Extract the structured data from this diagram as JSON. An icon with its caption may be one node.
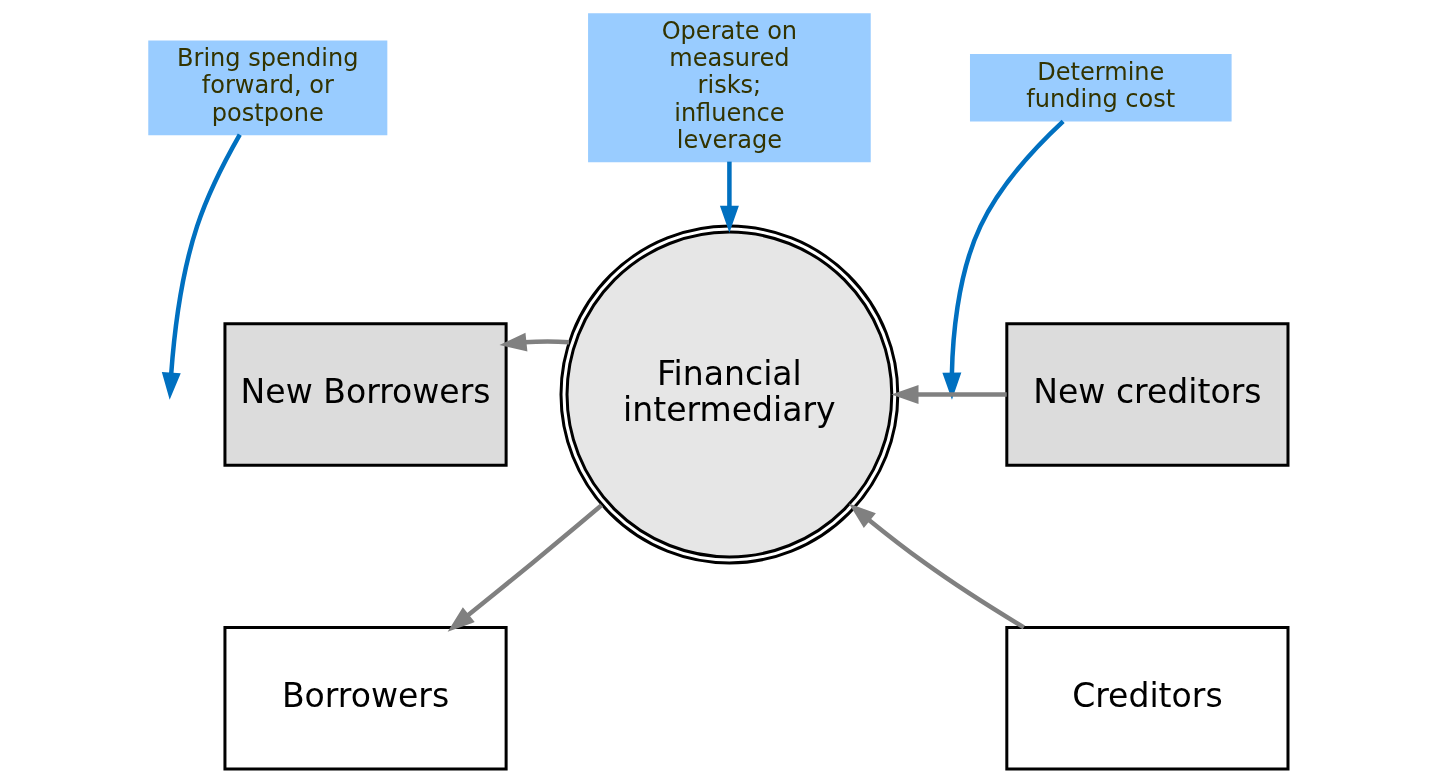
{
  "diagram": {
    "nodes": [
      {
        "text": [
          "Bring spending forward, or postpone"
        ]
      },
      {
        "text": [
          "Operate on measured risks; influence leverage"
        ]
      },
      {
        "text": [
          "Determine funding cost"
        ]
      },
      {
        "text": [
          "New Borrowers"
        ]
      },
      {
        "text": [
          "Borrowers"
        ]
      },
      {
        "text": [
          "Financial intermediary"
        ]
      },
      {
        "text": [
          "New creditors"
        ]
      },
      {
        "text": [
          "Creditors"
        ]
      }
    ],
    "edges": [
      {
        "from": 0,
        "to": null,
        "arrow": "to",
        "color": "#0070c0"
      },
      {
        "from": 1,
        "to": 5,
        "arrow": "to",
        "color": "#0070c0"
      },
      {
        "from": 2,
        "to": null,
        "arrow": "to",
        "color": "#0070c0"
      },
      {
        "from": 5,
        "to": 3,
        "arrow": "to"
      },
      {
        "from": 5,
        "to": 4,
        "arrow": "to"
      },
      {
        "from": 6,
        "to": 5,
        "arrow": "to"
      },
      {
        "from": 7,
        "to": 5,
        "arrow": "to"
      }
    ]
  }
}
